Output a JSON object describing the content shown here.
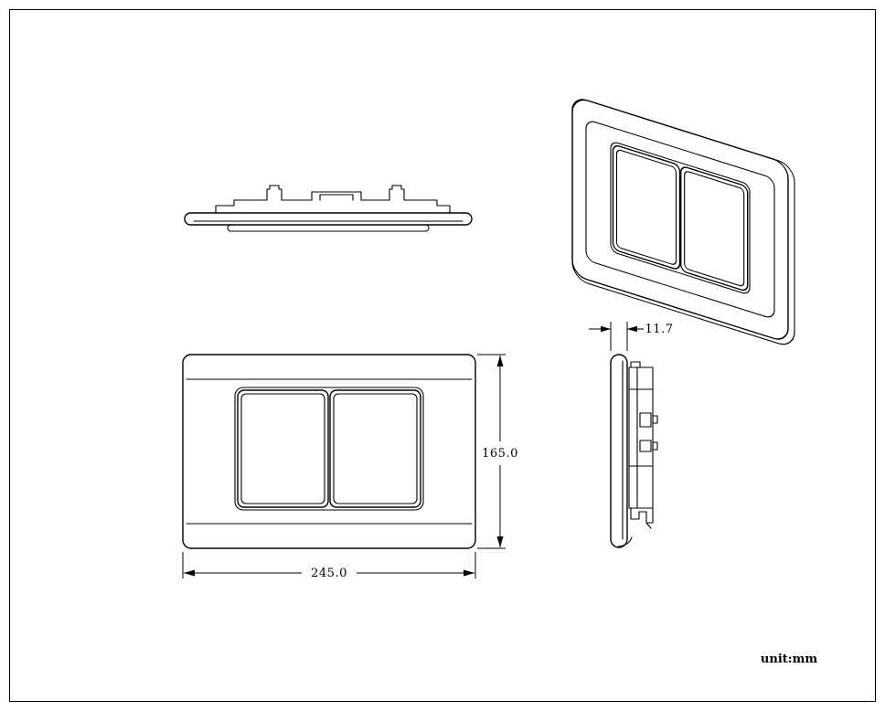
{
  "drawing": {
    "background_color": "#ffffff",
    "line_color": "#000000",
    "unit_label": "unit:mm",
    "dimensions": {
      "front_width_mm": "245.0",
      "front_height_mm": "165.0",
      "side_thickness_mm": "11.7"
    }
  }
}
